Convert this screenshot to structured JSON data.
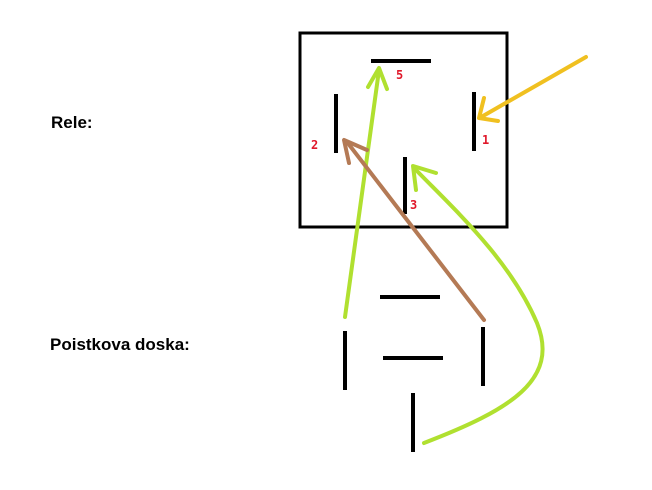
{
  "labels": {
    "relay": "Rele:",
    "fuse_board": "Poistkova doska:"
  },
  "relay_pins": {
    "pin_5": "5",
    "pin_1": "1",
    "pin_2": "2",
    "pin_3": "3"
  },
  "colors": {
    "terminal": "#000000",
    "pin_number": "#e0182a",
    "arrow_green": "#b0e030",
    "arrow_brown": "#b47a55",
    "arrow_yellow": "#f0c020"
  }
}
